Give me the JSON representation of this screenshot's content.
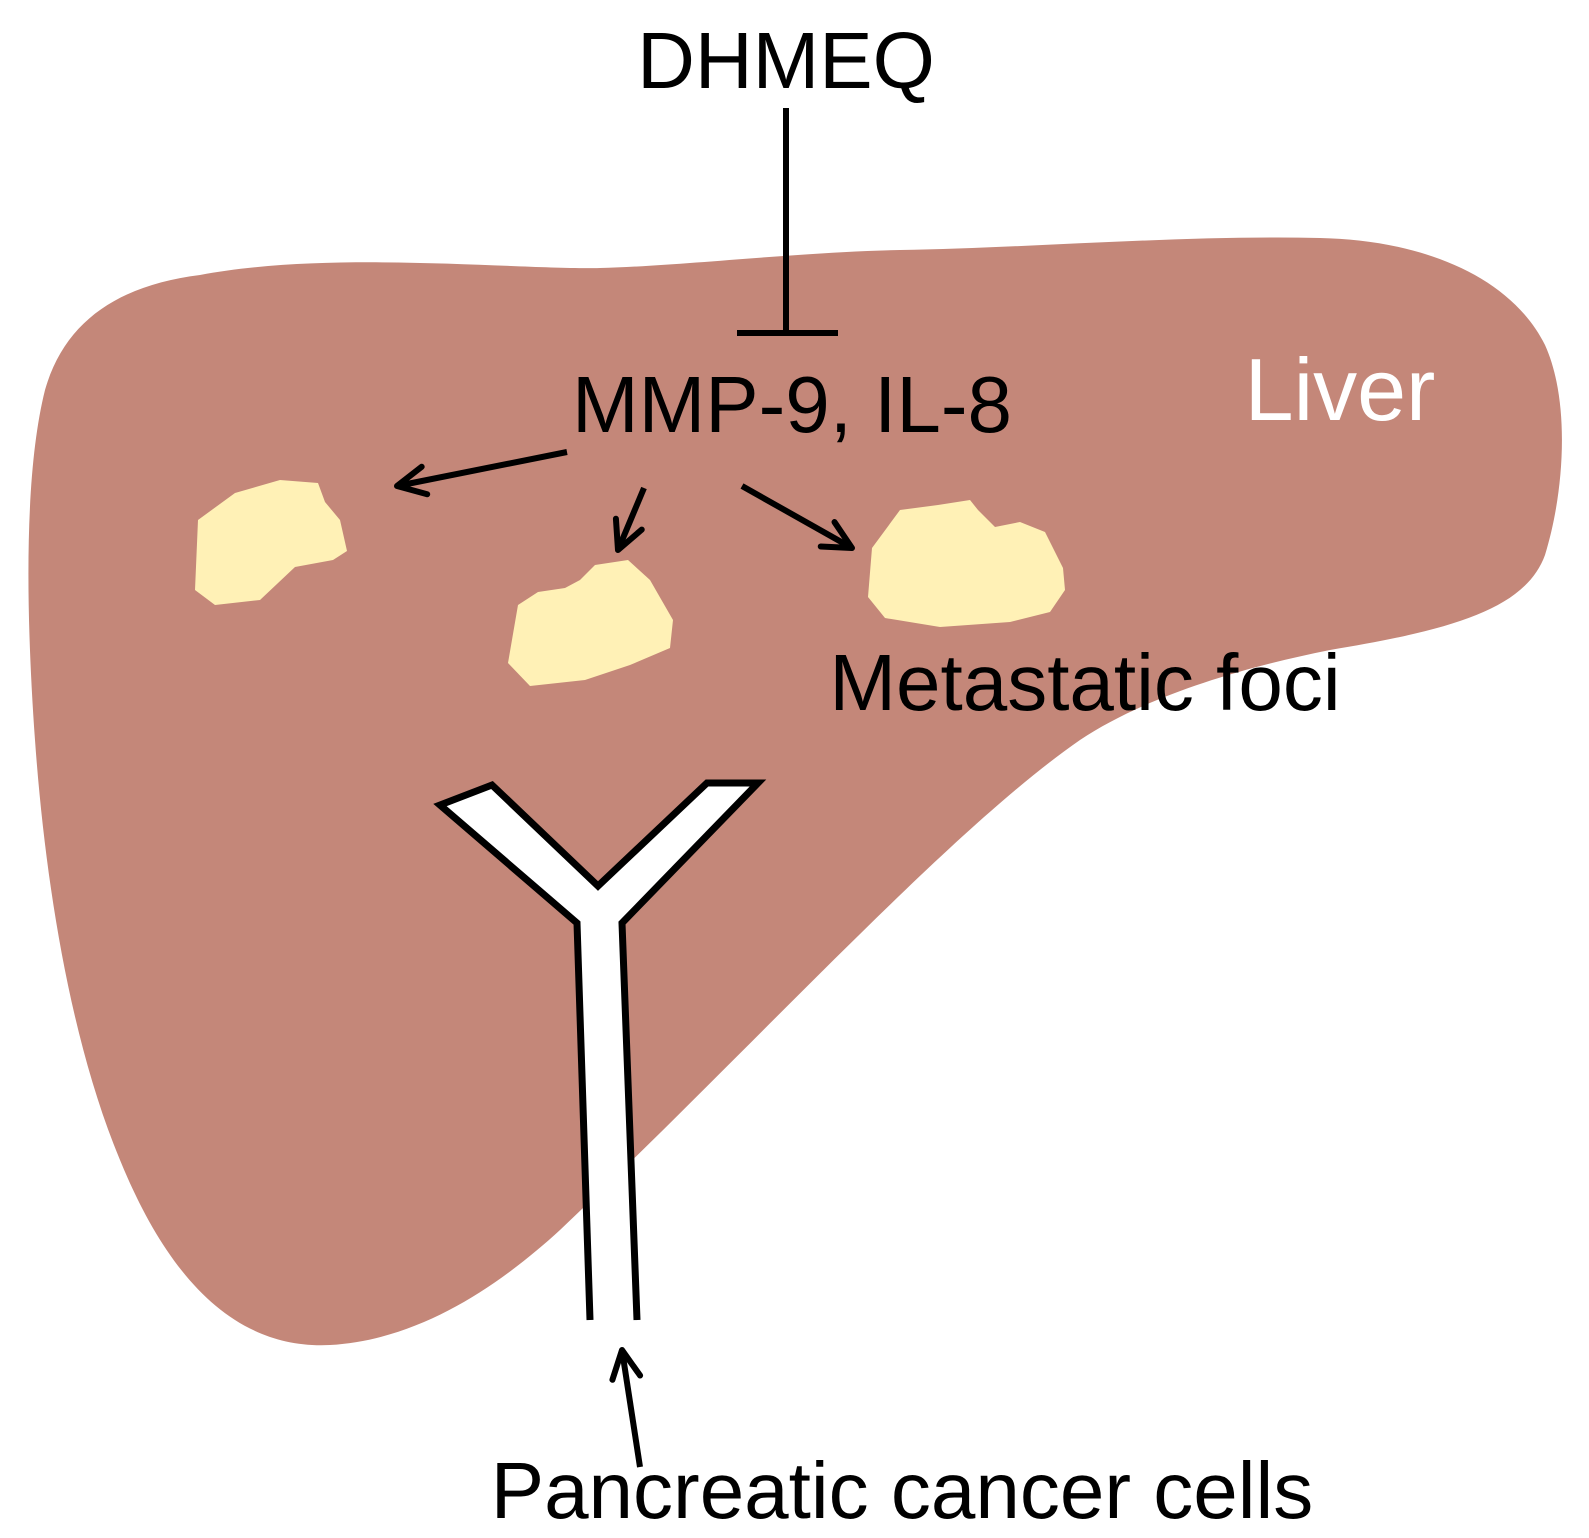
{
  "labels": {
    "drug": "DHMEQ",
    "targets": "MMP-9, IL-8",
    "organ": "Liver",
    "foci": "Metastatic foci",
    "source": "Pancreatic cancer cells"
  },
  "colors": {
    "liver": "#c48779",
    "focus": "#fff1b6",
    "ink": "#000000",
    "vessel": "#ffffff",
    "organ_label": "#ffffff"
  },
  "icons": {
    "inhibition": "t-bar-inhibition-icon",
    "vessel": "y-shaped-vessel-icon",
    "arrow": "arrow-icon"
  }
}
